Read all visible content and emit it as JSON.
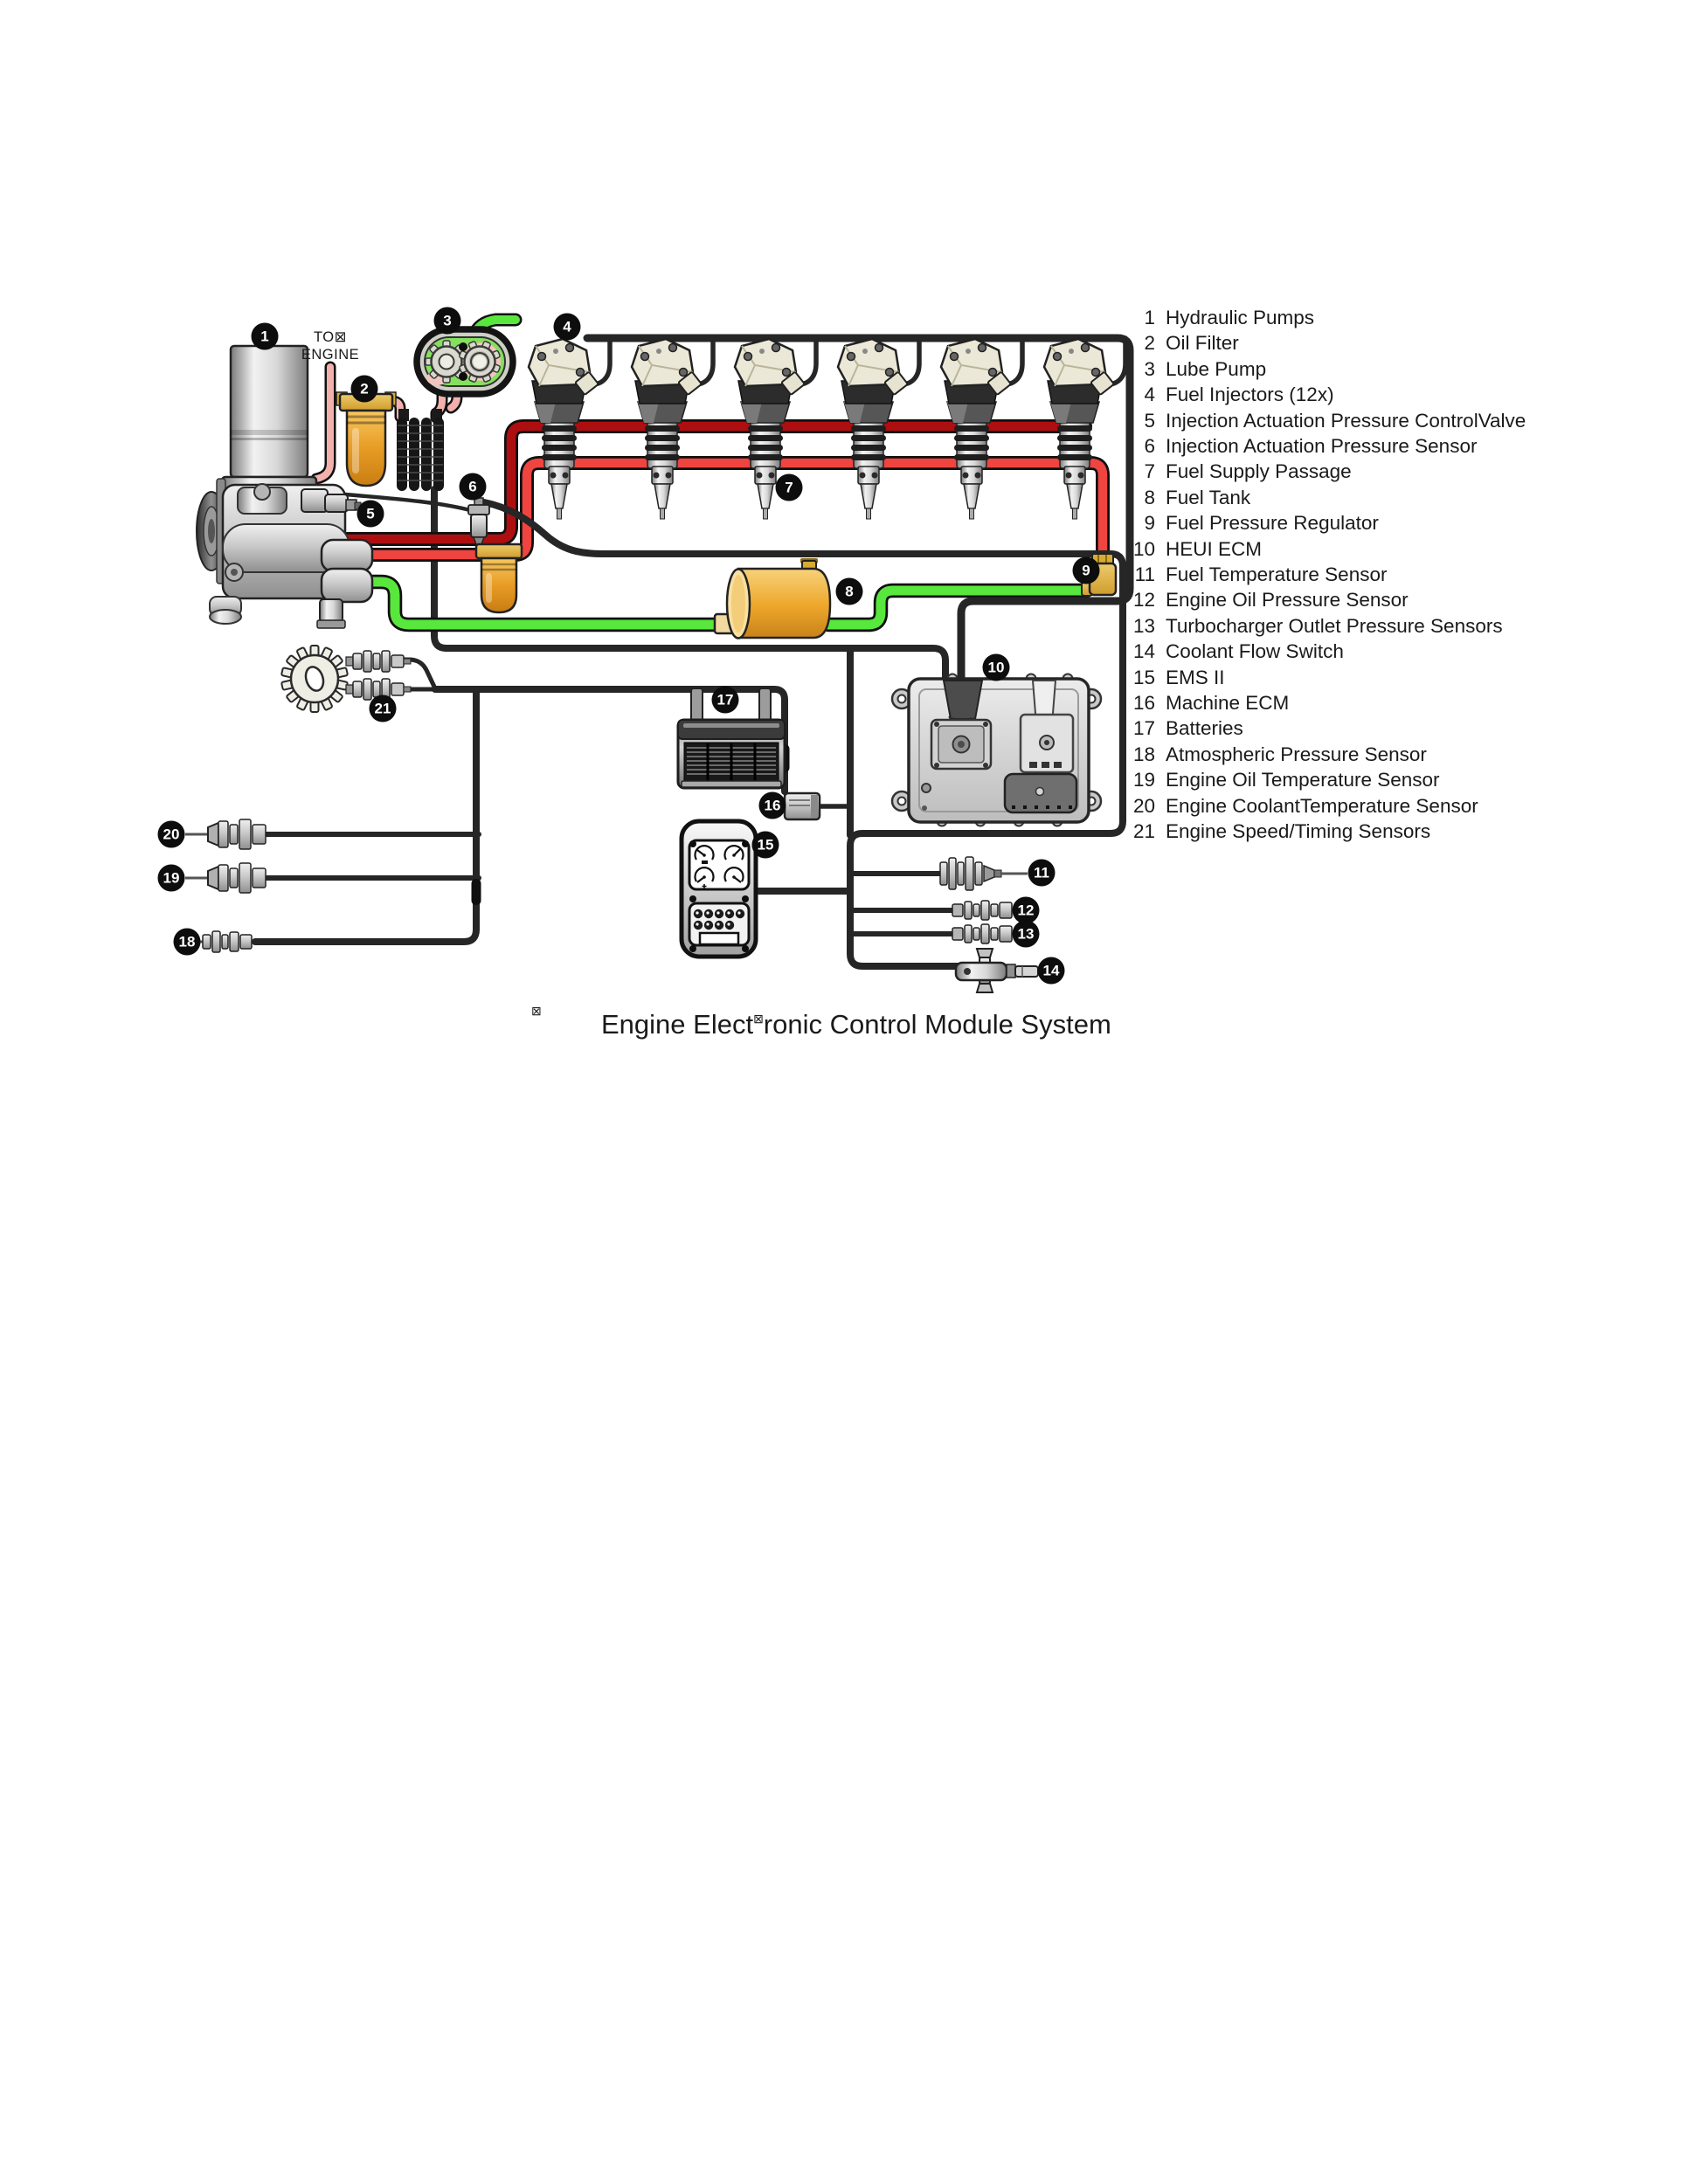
{
  "diagram": {
    "caption": {
      "part1": "Engine Elect",
      "sup_glyph": "⊠",
      "part2": "ronic Control Module System",
      "stray_glyph": "⊠"
    },
    "to_engine": {
      "line1": "TO⊠",
      "line2": "ENGINE"
    }
  },
  "legend": {
    "items": [
      {
        "num": "1",
        "label": "Hydraulic Pumps"
      },
      {
        "num": "2",
        "label": "Oil Filter"
      },
      {
        "num": "3",
        "label": "Lube Pump"
      },
      {
        "num": "4",
        "label": "Fuel Injectors (12x)"
      },
      {
        "num": "5",
        "label": "Injection Actuation Pressure ControlValve"
      },
      {
        "num": "6",
        "label": "Injection Actuation Pressure Sensor"
      },
      {
        "num": "7",
        "label": "Fuel Supply Passage"
      },
      {
        "num": "8",
        "label": "Fuel Tank"
      },
      {
        "num": "9",
        "label": "Fuel Pressure Regulator"
      },
      {
        "num": "10",
        "label": "HEUI ECM"
      },
      {
        "num": "11",
        "label": "Fuel Temperature Sensor"
      },
      {
        "num": "12",
        "label": "Engine Oil Pressure Sensor"
      },
      {
        "num": "13",
        "label": "Turbocharger Outlet Pressure Sensors"
      },
      {
        "num": "14",
        "label": "Coolant Flow Switch"
      },
      {
        "num": "15",
        "label": "EMS II"
      },
      {
        "num": "16",
        "label": "Machine ECM"
      },
      {
        "num": "17",
        "label": "Batteries"
      },
      {
        "num": "18",
        "label": "Atmospheric Pressure Sensor"
      },
      {
        "num": "19",
        "label": "Engine Oil Temperature Sensor"
      },
      {
        "num": "20",
        "label": "Engine CoolantTemperature Sensor"
      },
      {
        "num": "21",
        "label": "Engine Speed/Timing Sensors"
      }
    ]
  },
  "colors": {
    "fuel_supply_red": "#ef4440",
    "high_pressure_red": "#ad0f11",
    "return_green": "#58e73c",
    "oil_pink": "#f2b1ad",
    "wire_black": "#262626",
    "filter_orange": "#f0a335",
    "tank_orange": "#eda62a",
    "badge_black": "#0d0d0d"
  }
}
